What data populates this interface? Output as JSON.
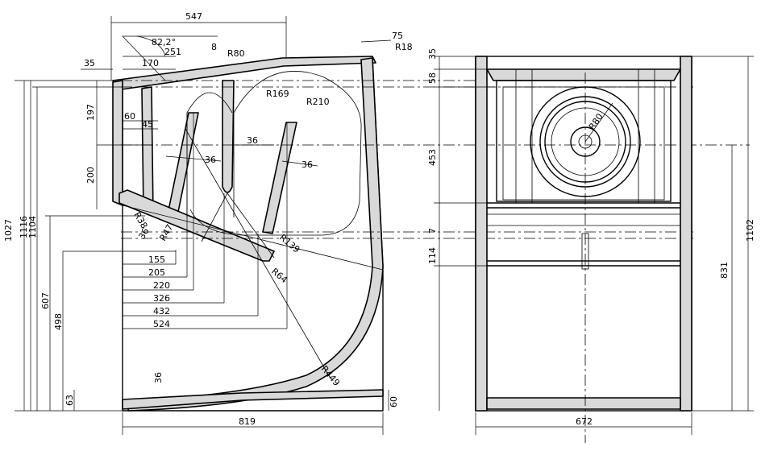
{
  "side_view": {
    "dimensions": {
      "top_547": "547",
      "right_75": "75",
      "r18": "R18",
      "left_35": "35",
      "d170": "170",
      "d251": "251",
      "angle": "82,2°",
      "d8": "8",
      "r80": "R80",
      "r169": "R169",
      "r210": "R210",
      "d197": "197",
      "d60": "60",
      "d45": "45",
      "d36a": "36",
      "d36b": "36",
      "d36c": "36",
      "d200": "200",
      "r38": "R38",
      "d36d": "36",
      "r47": "R47",
      "r139": "R139",
      "r64": "R64",
      "h155": "155",
      "h205": "205",
      "h220": "220",
      "h326": "326",
      "h432": "432",
      "h524": "524",
      "r449": "R449",
      "d36e": "36",
      "v1027": "1027",
      "v1116": "1116",
      "v1104": "1104",
      "v607": "607",
      "v498": "498",
      "v63": "63",
      "v60": "60",
      "bottom_819": "819"
    }
  },
  "front_view": {
    "dimensions": {
      "d35": "35",
      "d58": "58",
      "d453": "453",
      "d7": "7",
      "d114": "114",
      "r80": "R80",
      "h1102": "1102",
      "h831": "831",
      "w672": "672"
    }
  }
}
